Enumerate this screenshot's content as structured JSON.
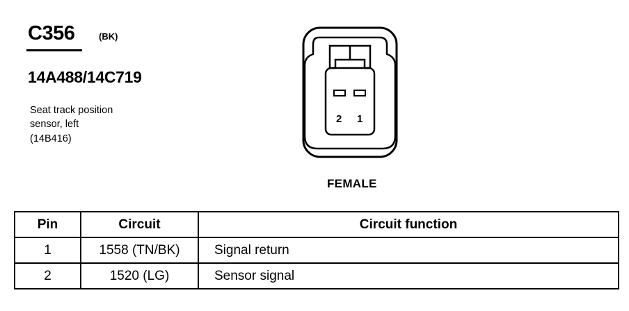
{
  "connector": {
    "id": "C356",
    "color_code": "(BK)",
    "part_numbers": "14A488/14C719",
    "description_lines": [
      "Seat track position",
      "sensor, left",
      "(14B416)"
    ],
    "view": "FEMALE",
    "pin_labels": [
      "2",
      "1"
    ]
  },
  "table": {
    "headers": [
      "Pin",
      "Circuit",
      "Circuit function"
    ],
    "rows": [
      {
        "pin": "1",
        "circuit": "1558 (TN/BK)",
        "function": "Signal return"
      },
      {
        "pin": "2",
        "circuit": "1520 (LG)",
        "function": "Sensor signal"
      }
    ]
  }
}
